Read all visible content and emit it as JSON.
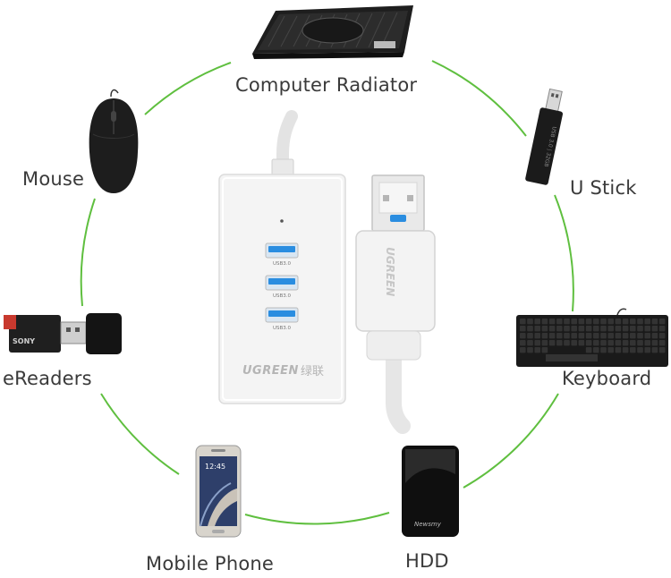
{
  "devices": {
    "radiator": "Computer Radiator",
    "mouse": "Mouse",
    "u_stick": "U Stick",
    "ereaders": "eReaders",
    "keyboard": "Keyboard",
    "mobile_phone": "Mobile Phone",
    "hdd": "HDD"
  },
  "hub": {
    "port_label": "USB3.0",
    "brand": "UGREEN",
    "brand_cn": "绿联",
    "plug_brand": "UGREEN"
  },
  "device_text": {
    "reader_brand": "SONY",
    "ustick_text": "USB 3.0 | 32GB",
    "phone_time": "12:45",
    "hdd_brand": "Newsmy"
  },
  "colors": {
    "ring": "#5fbf3f",
    "hub_body": "#f4f4f4",
    "port_blue": "#2a8de0",
    "label_text": "#3a3a3a"
  }
}
